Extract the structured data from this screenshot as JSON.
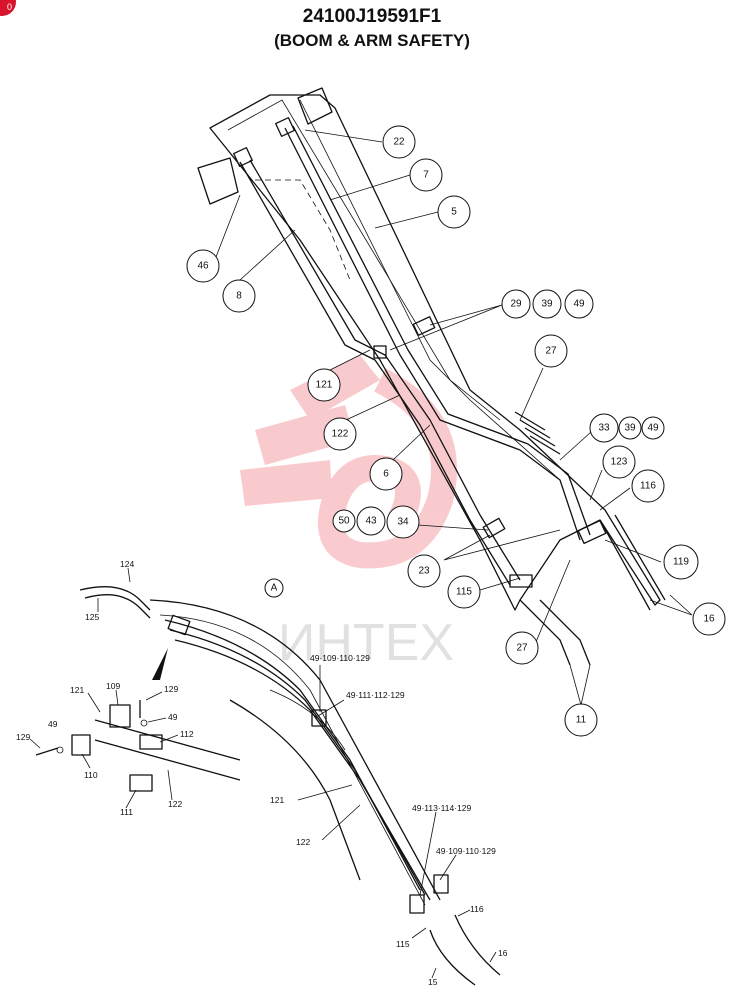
{
  "header": {
    "part_number": "24100J19591F1",
    "subtitle": "(BOOM & ARM SAFETY)",
    "corner_badge": "0"
  },
  "watermark": {
    "text": "ИНТЕХ",
    "color": "#e8141f"
  },
  "callouts_upper": [
    {
      "id": "c22",
      "label": "22"
    },
    {
      "id": "c7",
      "label": "7"
    },
    {
      "id": "c5",
      "label": "5"
    },
    {
      "id": "c46",
      "label": "46"
    },
    {
      "id": "c8",
      "label": "8"
    },
    {
      "id": "c29",
      "label": "29"
    },
    {
      "id": "c39a",
      "label": "39"
    },
    {
      "id": "c49a",
      "label": "49"
    },
    {
      "id": "c27a",
      "label": "27"
    },
    {
      "id": "c121",
      "label": "121"
    },
    {
      "id": "c122",
      "label": "122"
    },
    {
      "id": "c33",
      "label": "33"
    },
    {
      "id": "c39b",
      "label": "39"
    },
    {
      "id": "c49b",
      "label": "49"
    },
    {
      "id": "c123",
      "label": "123"
    },
    {
      "id": "c6",
      "label": "6"
    },
    {
      "id": "c116",
      "label": "116"
    },
    {
      "id": "c50",
      "label": "50"
    },
    {
      "id": "c43",
      "label": "43"
    },
    {
      "id": "c34",
      "label": "34"
    },
    {
      "id": "c119",
      "label": "119"
    },
    {
      "id": "c23",
      "label": "23"
    },
    {
      "id": "c115",
      "label": "115"
    },
    {
      "id": "c16",
      "label": "16"
    },
    {
      "id": "c27b",
      "label": "27"
    },
    {
      "id": "c11",
      "label": "11"
    }
  ],
  "view_marker": {
    "label": "A"
  },
  "labels_lower": [
    {
      "id": "l124",
      "label": "124"
    },
    {
      "id": "l125",
      "label": "125"
    },
    {
      "id": "l121a",
      "label": "121"
    },
    {
      "id": "l109",
      "label": "109"
    },
    {
      "id": "l129a",
      "label": "129"
    },
    {
      "id": "l49a",
      "label": "49"
    },
    {
      "id": "l49b",
      "label": "49"
    },
    {
      "id": "l112",
      "label": "112"
    },
    {
      "id": "l129b",
      "label": "129"
    },
    {
      "id": "l110",
      "label": "110"
    },
    {
      "id": "l111",
      "label": "111"
    },
    {
      "id": "l122a",
      "label": "122"
    },
    {
      "id": "l49109110129a",
      "label": "49·109·110·129"
    },
    {
      "id": "l49111112129",
      "label": "49·111·112·129"
    },
    {
      "id": "l121b",
      "label": "121"
    },
    {
      "id": "l122b",
      "label": "122"
    },
    {
      "id": "l49113114129",
      "label": "49·113·114·129"
    },
    {
      "id": "l49109110129b",
      "label": "49·109·110·129"
    },
    {
      "id": "l116",
      "label": "116"
    },
    {
      "id": "l115",
      "label": "115"
    },
    {
      "id": "l16",
      "label": "16"
    },
    {
      "id": "l15",
      "label": "15"
    }
  ]
}
